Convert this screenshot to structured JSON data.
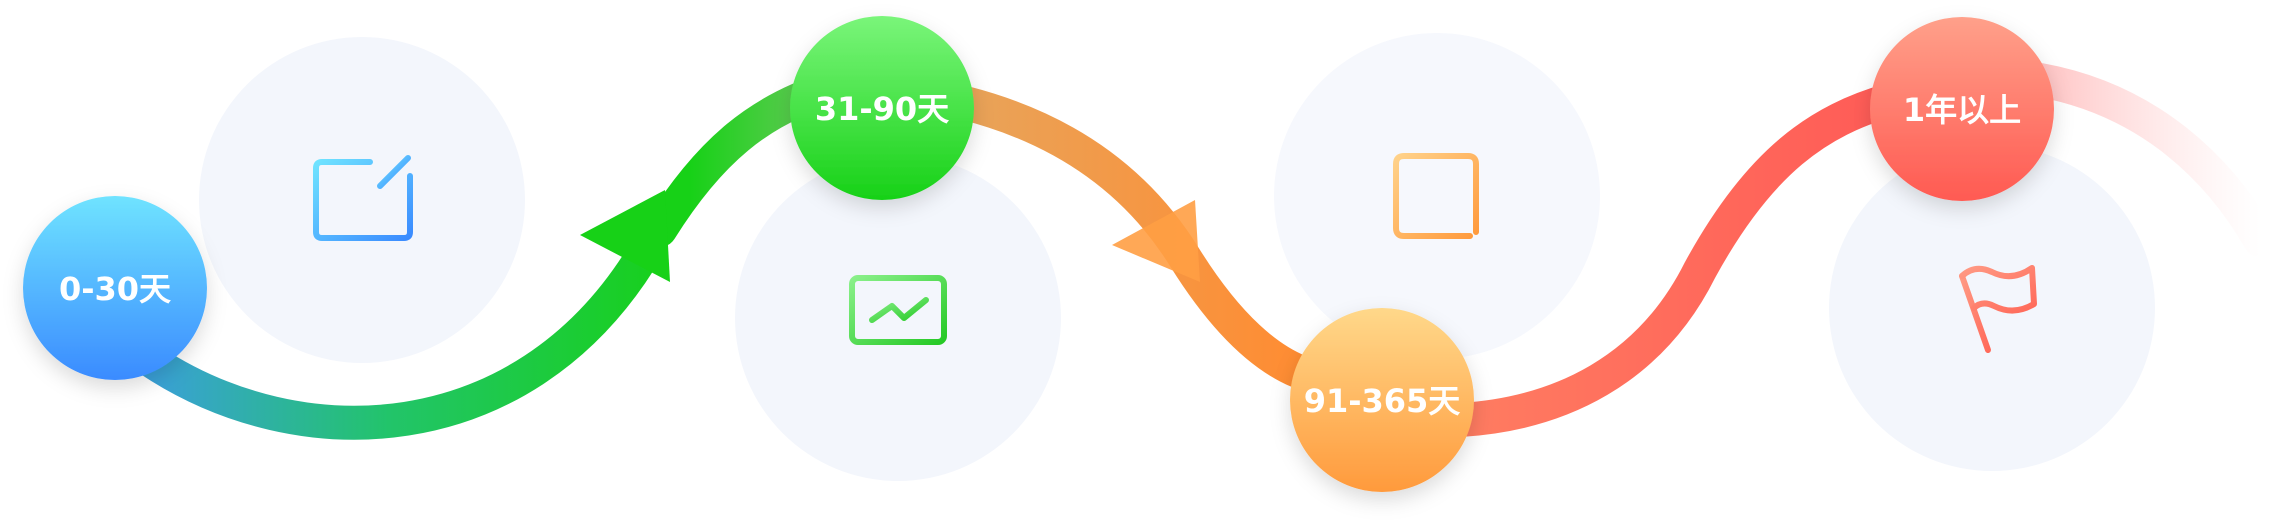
{
  "stages": [
    {
      "label": "0-30天",
      "icon": "document-edit-icon"
    },
    {
      "label": "31-90天",
      "icon": "monitor-chart-icon"
    },
    {
      "label": "91-365天",
      "icon": "data-panel-icon"
    },
    {
      "label": "1年以上",
      "icon": "flag-icon"
    }
  ],
  "colors": {
    "blue_start": "#6fe3ff",
    "blue_end": "#3a8bff",
    "green_start": "#7af57a",
    "green_end": "#17d117",
    "orange_start": "#ffd88a",
    "orange_end": "#ff9a3c",
    "red_start": "#ffa08a",
    "red_end": "#ff5a52",
    "bubble_bg": "#f3f6fc"
  }
}
